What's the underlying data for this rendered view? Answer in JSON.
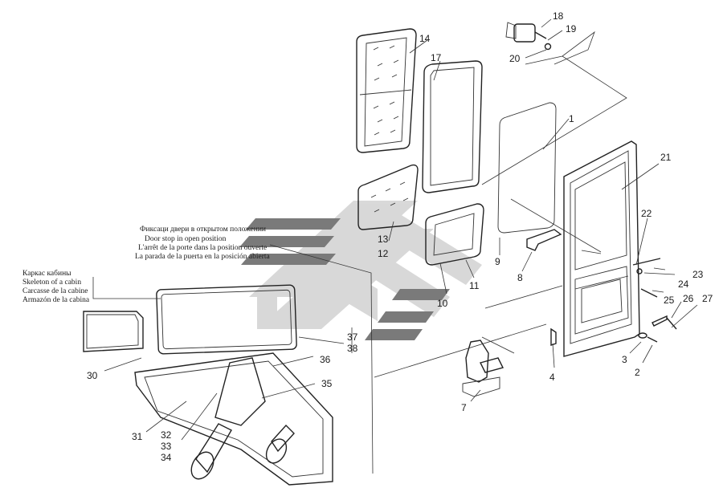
{
  "captions": {
    "door_stop": [
      "Фиксаци двери в открытом положении",
      "Door stop in open position",
      "L'arrêt de la porte dans la position ouverte",
      "La parada de la puerta en la posición abierta"
    ],
    "cabin": [
      "Каркас кабины",
      "Skeleton of a cabin",
      "Carcasse de la cabine",
      "Armazón de la cabina"
    ]
  },
  "callouts": {
    "n1": "1",
    "n2": "2",
    "n3": "3",
    "n4": "4",
    "n7": "7",
    "n8": "8",
    "n9": "9",
    "n10": "10",
    "n11": "11",
    "n12": "12",
    "n13": "13",
    "n14": "14",
    "n17": "17",
    "n18": "18",
    "n19": "19",
    "n20": "20",
    "n21": "21",
    "n22": "22",
    "n23": "23",
    "n24": "24",
    "n25": "25",
    "n26": "26",
    "n27": "27",
    "n30": "30",
    "n31": "31",
    "n32": "32",
    "n33": "33",
    "n34": "34",
    "n35": "35",
    "n36": "36",
    "n37": "37",
    "n38": "38"
  },
  "colors": {
    "line": "#222222",
    "watermark": "#cfcfcf",
    "bar": "#7a7a7a"
  }
}
